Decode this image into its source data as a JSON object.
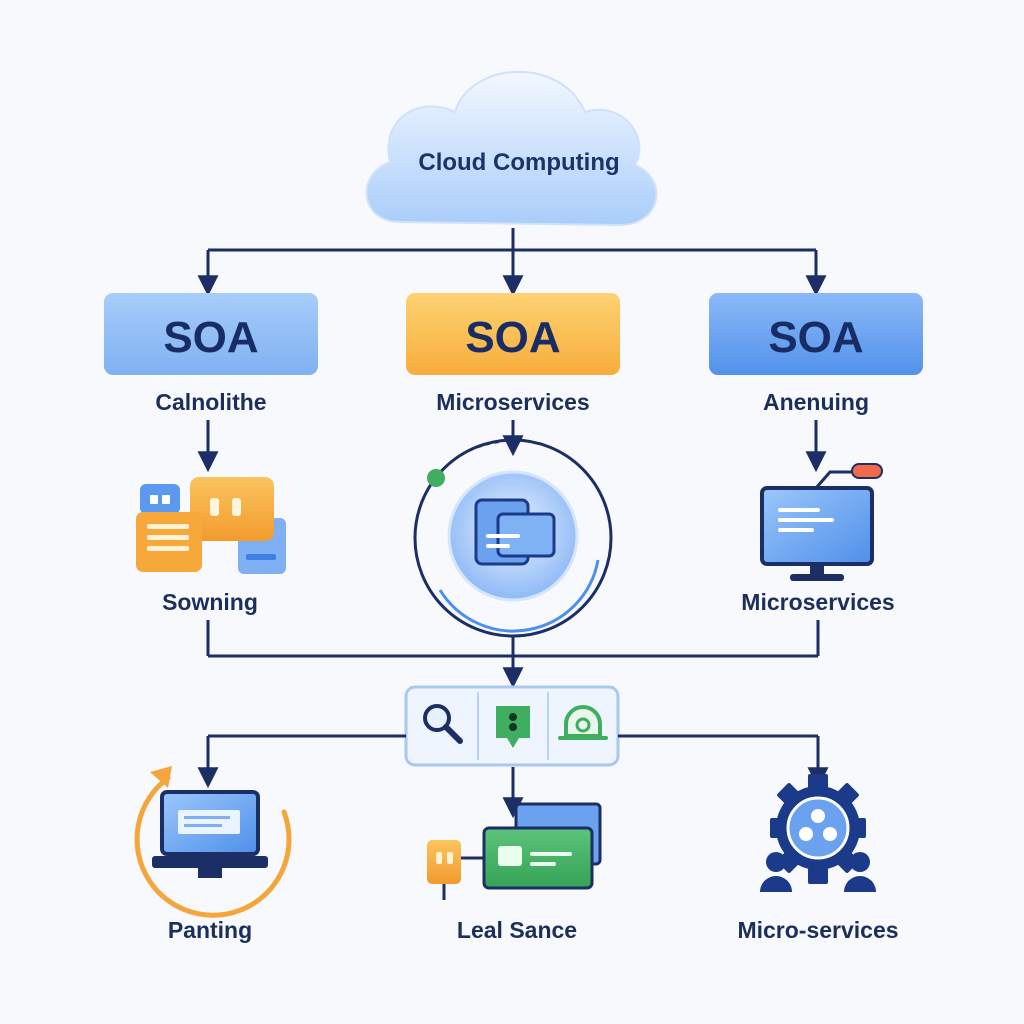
{
  "cloud": {
    "title": "Cloud Computing"
  },
  "top_boxes": [
    {
      "title": "SOA",
      "label": "Calnolithe",
      "color": "#8fbdf5"
    },
    {
      "title": "SOA",
      "label": "Microservices",
      "color": "#fbc251"
    },
    {
      "title": "SOA",
      "label": "Anenuing",
      "color": "#6fa6ef"
    }
  ],
  "middle_labels": [
    "Sowning",
    "",
    "Microservices"
  ],
  "bottom_labels": [
    "Panting",
    "Leal Sance",
    "Micro-services"
  ],
  "toolbar": {
    "icons": [
      "search-icon",
      "location-pin-icon",
      "alarm-bell-icon"
    ]
  },
  "colors": {
    "navy": "#1b2e66",
    "blue": "#4c8ff0",
    "orange": "#f5a53b",
    "green": "#3fae60"
  }
}
